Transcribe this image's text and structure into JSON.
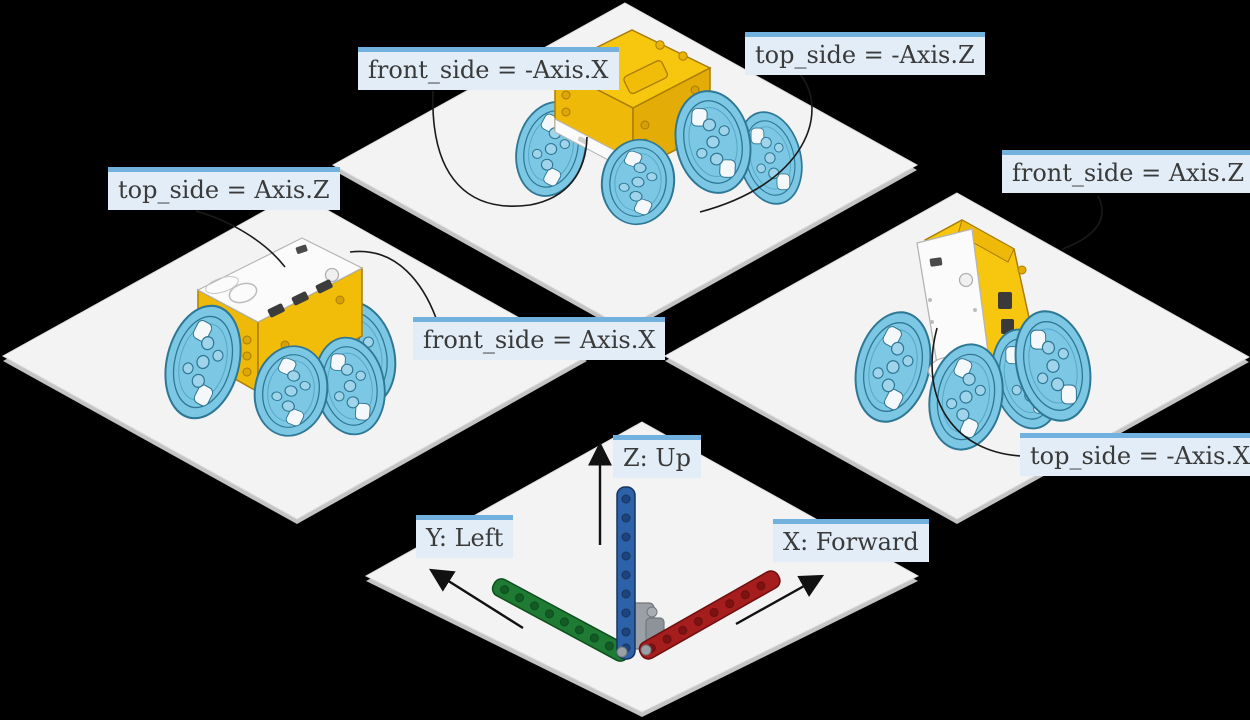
{
  "scene": "robot-orientation-diagram",
  "callouts": {
    "upside_down_robot": {
      "front": "front_side = -Axis.X",
      "top": "top_side = -Axis.Z"
    },
    "upright_robot": {
      "top": "top_side = Axis.Z",
      "front": "front_side = Axis.X"
    },
    "nose_down_robot": {
      "front": "front_side = Axis.Z",
      "top": "top_side = -Axis.X"
    }
  },
  "axes": {
    "z": "Z: Up",
    "y": "Y: Left",
    "x": "X: Forward"
  },
  "colors": {
    "background": "#000000",
    "platform": "#f3f3f3",
    "platform_edge": "#c4c4c4",
    "label_background": "#e2edf8",
    "label_border": "#72b1de",
    "label_text": "#3a3a3a",
    "robot_yellow": "#f7c60e",
    "hub_white": "#fbfbfb",
    "wheel_blue": "#7cc7e3",
    "beam_blue_z": "#2d61a8",
    "beam_green_y": "#1f7a33",
    "beam_red_x": "#a51d1d",
    "leader_line": "#1a1a1a"
  }
}
